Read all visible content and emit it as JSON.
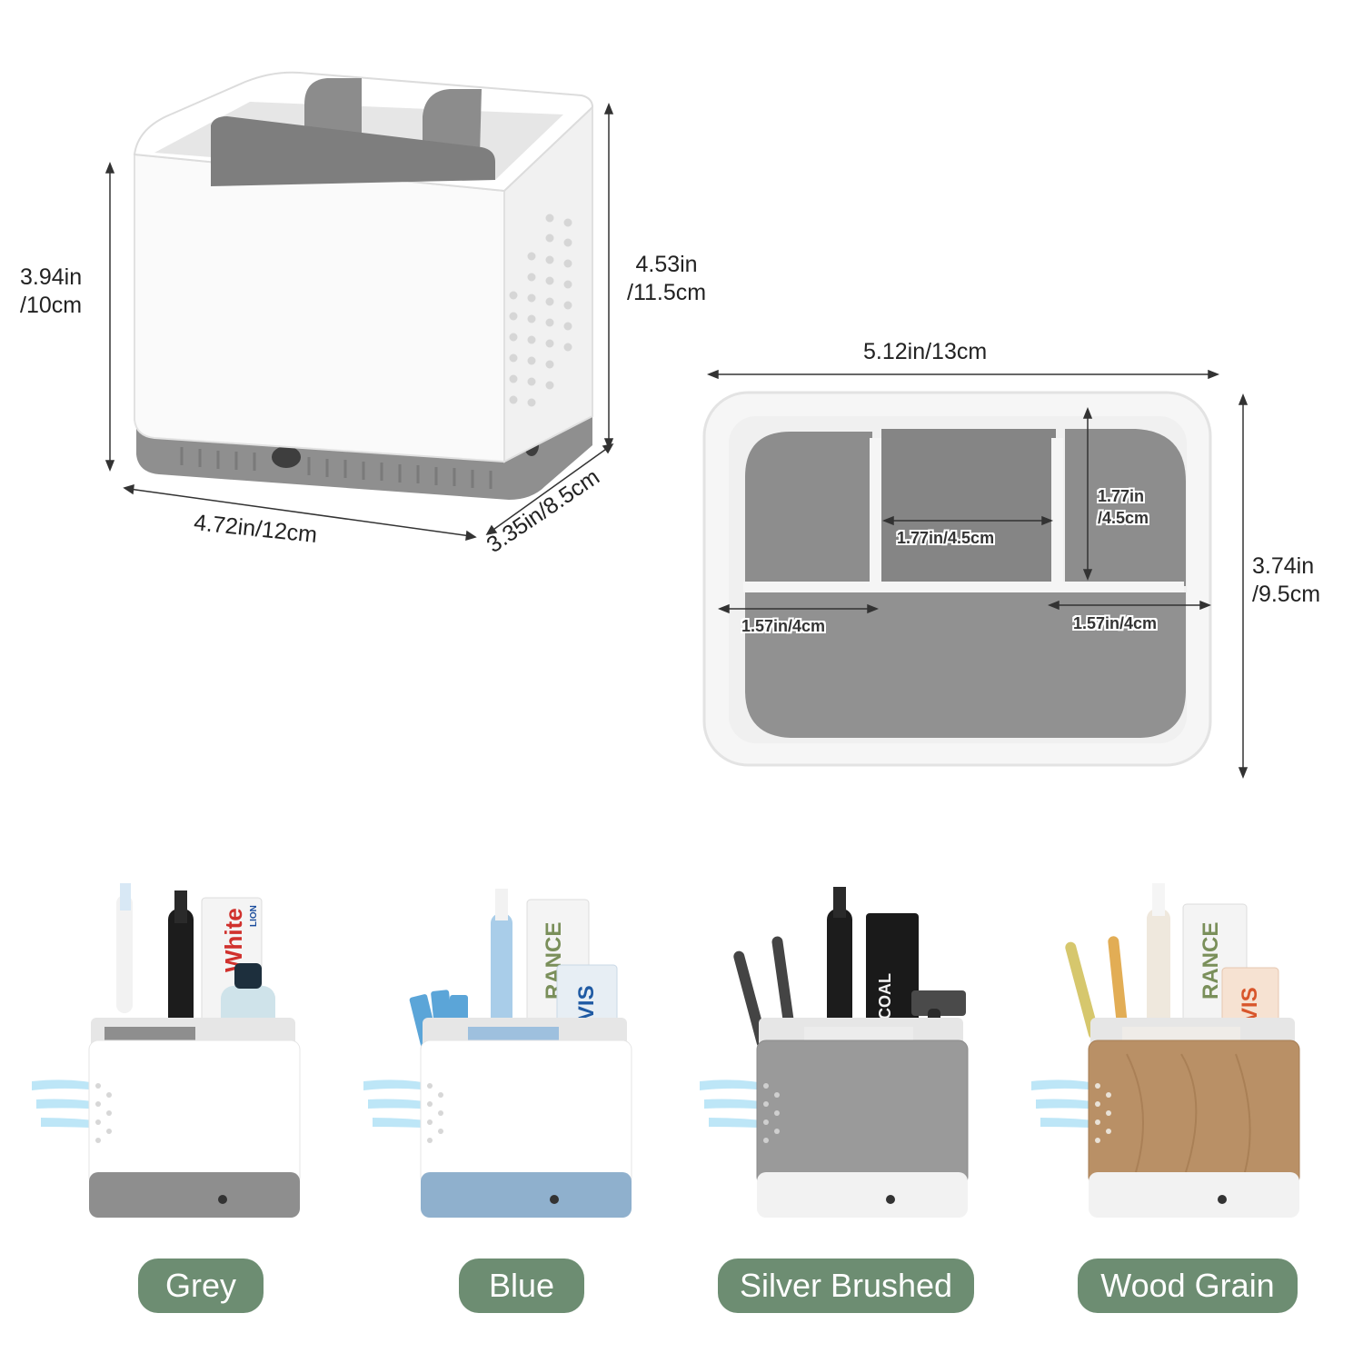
{
  "dimensions": {
    "height_inner": {
      "line1": "3.94in",
      "line2": "/10cm"
    },
    "height_outer": {
      "line1": "4.53in",
      "line2": "/11.5cm"
    },
    "width_front": "4.72in/12cm",
    "depth_side": "3.35in/8.5cm",
    "top_width": "5.12in/13cm",
    "top_depth": {
      "line1": "3.74in",
      "line2": "/9.5cm"
    },
    "compartment_width": "1.77in/4.5cm",
    "compartment_depth": {
      "line1": "1.77in",
      "line2": "/4.5cm"
    },
    "left_slot": "1.57in/4cm",
    "right_slot": "1.57in/4cm"
  },
  "variants": [
    {
      "label": "Grey",
      "body": "#ffffff",
      "base": "#8e8e8e",
      "insert": "#b7b7b7"
    },
    {
      "label": "Blue",
      "body": "#ffffff",
      "base": "#8fb0cd",
      "insert": "#9ec0de"
    },
    {
      "label": "Silver Brushed",
      "body": "#9a9a9a",
      "base": "#f2f2f2",
      "insert": "#ececec"
    },
    {
      "label": "Wood Grain",
      "body": "#b99066",
      "base": "#f2f2f2",
      "insert": "#efece8"
    }
  ],
  "product_text": {
    "tube_white": "White",
    "tube_lion": "LION",
    "tube_rvis": "RVIS",
    "tube_rance": "RANCE",
    "tube_rcoal": "RCOAL"
  },
  "colors": {
    "pill_bg": "#6d8d72",
    "accent_grey": "#8e8e8e",
    "airflow": "#6fc9ef"
  }
}
